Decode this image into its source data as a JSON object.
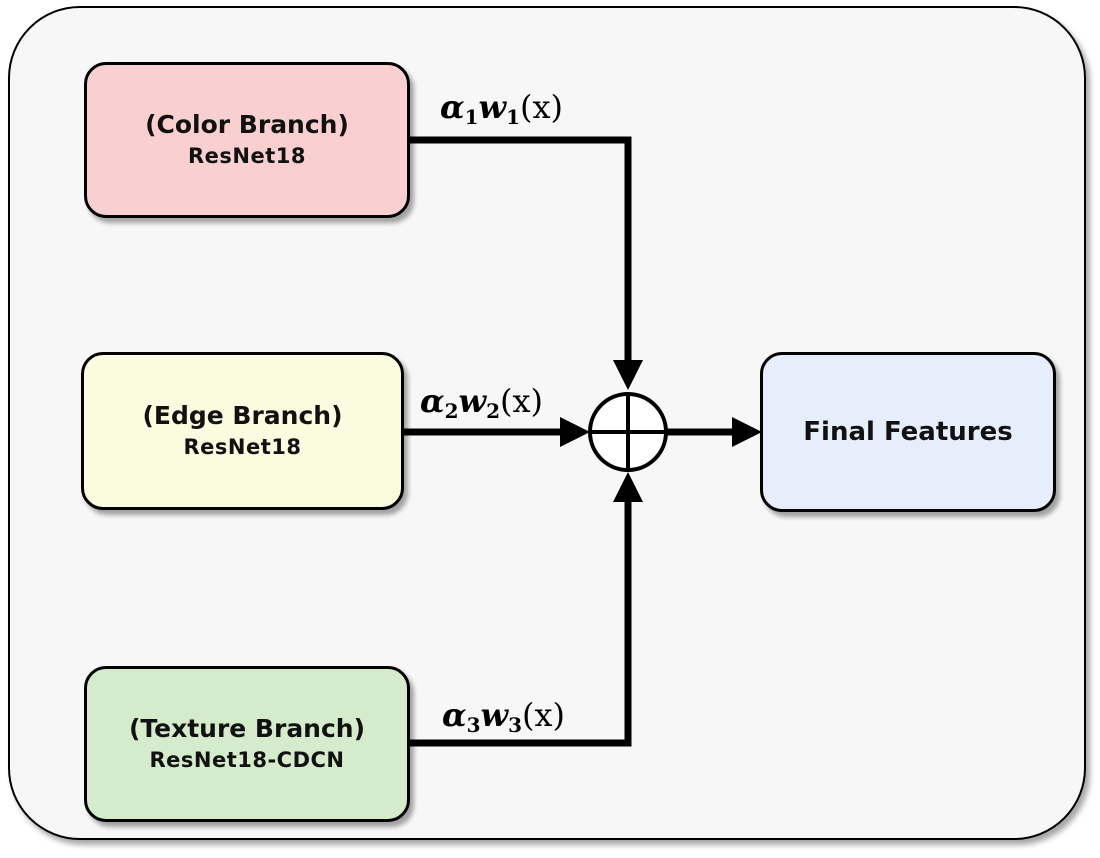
{
  "nodes": {
    "color": {
      "title": "(Color Branch)",
      "subtitle": "ResNet18",
      "fill": "#f9cfcf"
    },
    "edge": {
      "title": "(Edge Branch)",
      "subtitle": "ResNet18",
      "fill": "#fbfbdf"
    },
    "texture": {
      "title": "(Texture Branch)",
      "subtitle": "ResNet18-CDCN",
      "fill": "#d4eccb"
    },
    "final": {
      "title": "Final Features",
      "fill": "#e6eefb"
    }
  },
  "operator": {
    "symbol": "circle-plus",
    "meaning": "sum"
  },
  "edges": [
    {
      "from": "color",
      "to": "sum",
      "label": {
        "alpha": "α",
        "w": "w",
        "index": "1",
        "arg": "(x)"
      }
    },
    {
      "from": "edge",
      "to": "sum",
      "label": {
        "alpha": "α",
        "w": "w",
        "index": "2",
        "arg": "(x)"
      }
    },
    {
      "from": "texture",
      "to": "sum",
      "label": {
        "alpha": "α",
        "w": "w",
        "index": "3",
        "arg": "(x)"
      }
    },
    {
      "from": "sum",
      "to": "final"
    }
  ]
}
